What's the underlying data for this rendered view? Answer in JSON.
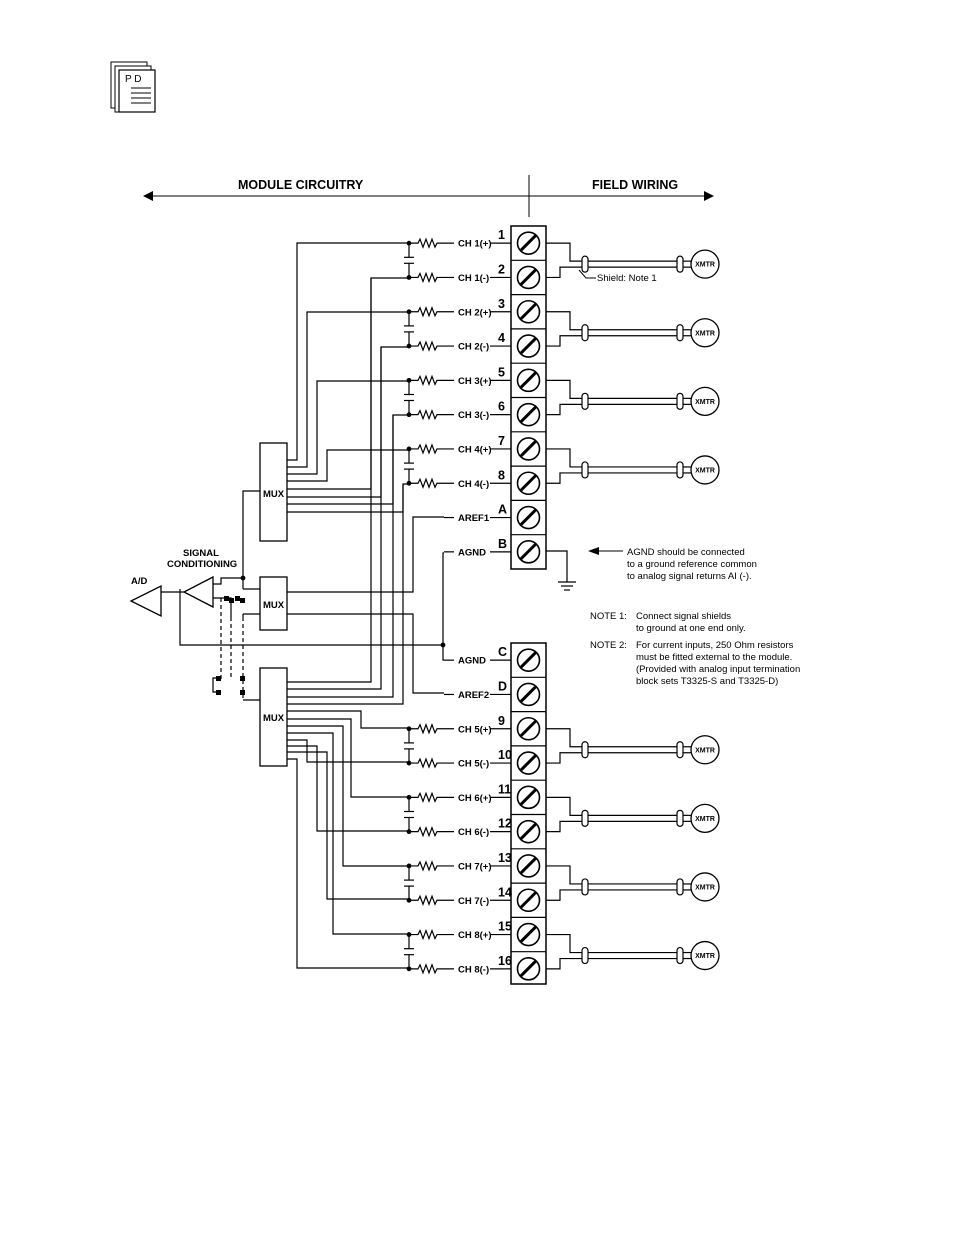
{
  "document_icon": {
    "label": "P D"
  },
  "header": {
    "module_circuitry": "MODULE CIRCUITRY",
    "field_wiring": "FIELD WIRING"
  },
  "top_channels": [
    {
      "label": "CH 1(+)",
      "terminal": "1"
    },
    {
      "label": "CH 1(-)",
      "terminal": "2"
    },
    {
      "label": "CH 2(+)",
      "terminal": "3"
    },
    {
      "label": "CH 2(-)",
      "terminal": "4"
    },
    {
      "label": "CH 3(+)",
      "terminal": "5"
    },
    {
      "label": "CH 3(-)",
      "terminal": "6"
    },
    {
      "label": "CH 4(+)",
      "terminal": "7"
    },
    {
      "label": "CH 4(-)",
      "terminal": "8"
    },
    {
      "label": "AREF1",
      "terminal": "A"
    },
    {
      "label": "AGND",
      "terminal": "B"
    }
  ],
  "bottom_channels": [
    {
      "label": "AGND",
      "terminal": "C"
    },
    {
      "label": "AREF2",
      "terminal": "D"
    },
    {
      "label": "CH 5(+)",
      "terminal": "9"
    },
    {
      "label": "CH 5(-)",
      "terminal": "10"
    },
    {
      "label": "CH 6(+)",
      "terminal": "11"
    },
    {
      "label": "CH 6(-)",
      "terminal": "12"
    },
    {
      "label": "CH 7(+)",
      "terminal": "13"
    },
    {
      "label": "CH 7(-)",
      "terminal": "14"
    },
    {
      "label": "CH 8(+)",
      "terminal": "15"
    },
    {
      "label": "CH 8(-)",
      "terminal": "16"
    }
  ],
  "transmitter_label": "XMTR",
  "shield_note": "Shield: Note 1",
  "mux_label": "MUX",
  "signal_conditioning": [
    "SIGNAL",
    "CONDITIONING"
  ],
  "ad_label": "A/D",
  "agnd_note": [
    "AGND should be connected",
    "to a ground reference common",
    "to analog signal returns AI (-)."
  ],
  "note1": {
    "title": "NOTE 1:",
    "lines": [
      "Connect signal shields",
      "to ground at one end only."
    ]
  },
  "note2": {
    "title": "NOTE 2:",
    "lines": [
      "For current inputs, 250 Ohm resistors",
      "must be fitted external to the module.",
      "(Provided with analog input termination",
      "block sets T3325-S and T3325-D)"
    ]
  }
}
